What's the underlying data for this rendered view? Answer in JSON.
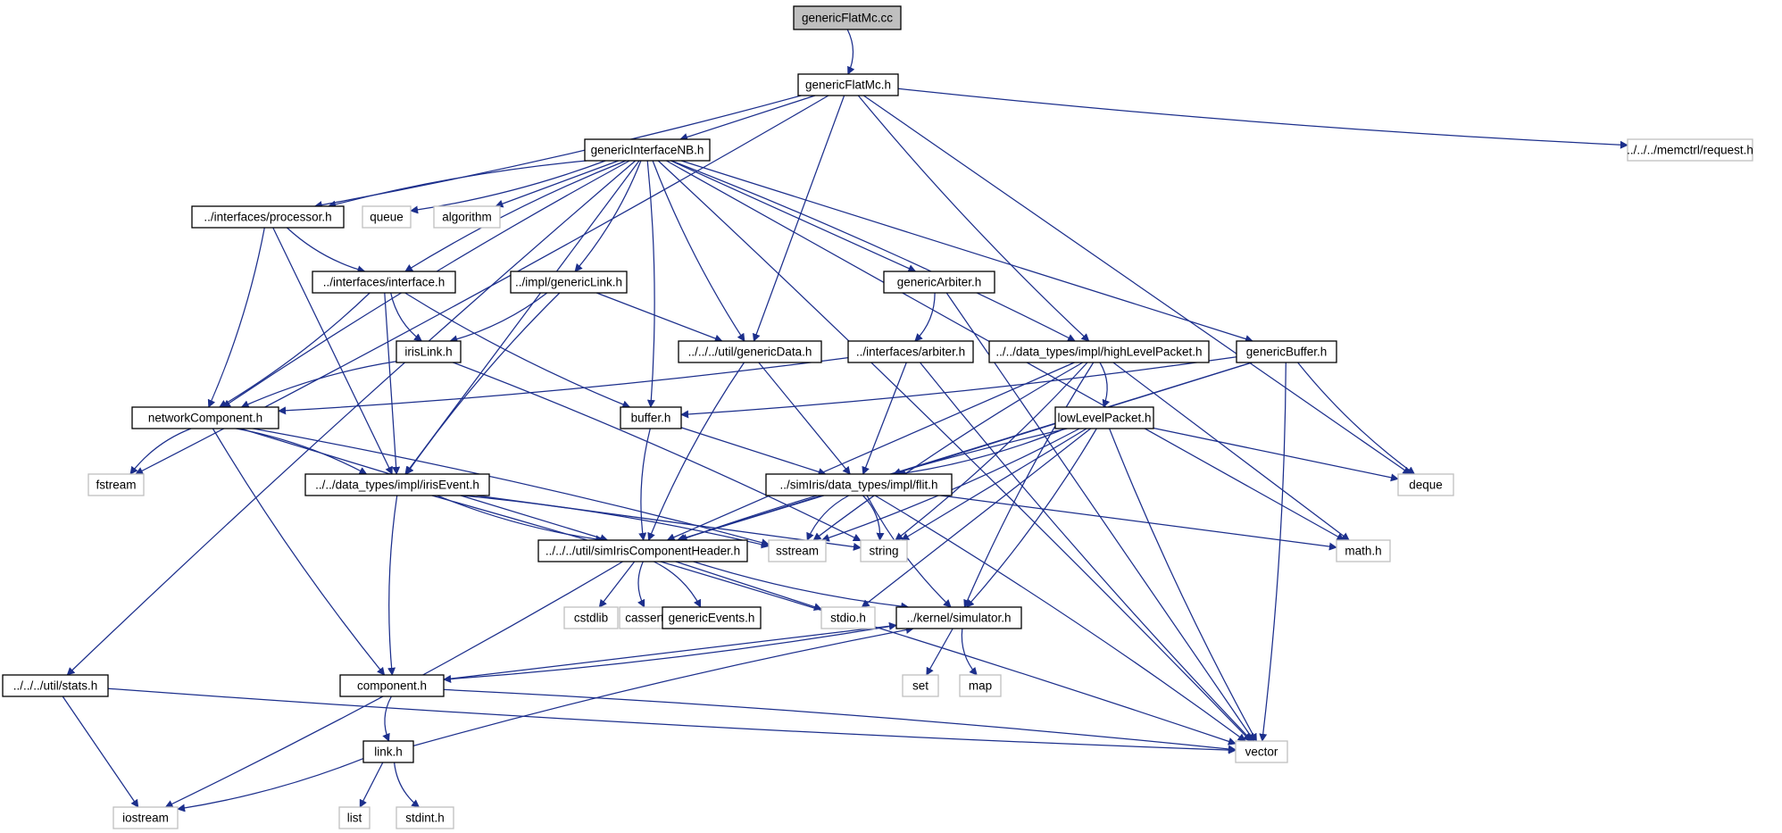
{
  "colors": {
    "edge": "#1c2f8c",
    "node_border": "#000000",
    "system_header_border": "#bfbfbf",
    "root_fill": "#bfbfbf",
    "node_fill": "#ffffff"
  },
  "nodes": [
    {
      "id": "root",
      "label": "genericFlatMc.cc",
      "kind": "root"
    },
    {
      "id": "gfm_h",
      "label": "genericFlatMc.h",
      "kind": "local"
    },
    {
      "id": "gInb",
      "label": "genericInterfaceNB.h",
      "kind": "local"
    },
    {
      "id": "request",
      "label": "../../../memctrl/request.h",
      "kind": "system"
    },
    {
      "id": "proc",
      "label": "../interfaces/processor.h",
      "kind": "local"
    },
    {
      "id": "queue",
      "label": "queue",
      "kind": "system"
    },
    {
      "id": "algorithm",
      "label": "algorithm",
      "kind": "system"
    },
    {
      "id": "iface",
      "label": "../interfaces/interface.h",
      "kind": "local"
    },
    {
      "id": "glink",
      "label": "../impl/genericLink.h",
      "kind": "local"
    },
    {
      "id": "garb",
      "label": "genericArbiter.h",
      "kind": "local"
    },
    {
      "id": "irislink",
      "label": "irisLink.h",
      "kind": "local"
    },
    {
      "id": "gdata",
      "label": "../../../util/genericData.h",
      "kind": "local"
    },
    {
      "id": "arbiter",
      "label": "../interfaces/arbiter.h",
      "kind": "local"
    },
    {
      "id": "hlp",
      "label": "../../data_types/impl/highLevelPacket.h",
      "kind": "local"
    },
    {
      "id": "gbuf",
      "label": "genericBuffer.h",
      "kind": "local"
    },
    {
      "id": "netcomp",
      "label": "networkComponent.h",
      "kind": "local"
    },
    {
      "id": "buffer",
      "label": "buffer.h",
      "kind": "local"
    },
    {
      "id": "llp",
      "label": "lowLevelPacket.h",
      "kind": "local"
    },
    {
      "id": "fstream",
      "label": "fstream",
      "kind": "system"
    },
    {
      "id": "irisevent",
      "label": "../../data_types/impl/irisEvent.h",
      "kind": "local"
    },
    {
      "id": "flit",
      "label": "../simIris/data_types/impl/flit.h",
      "kind": "local"
    },
    {
      "id": "deque",
      "label": "deque",
      "kind": "system"
    },
    {
      "id": "simhdr",
      "label": "../../../util/simIrisComponentHeader.h",
      "kind": "local"
    },
    {
      "id": "sstream",
      "label": "sstream",
      "kind": "system"
    },
    {
      "id": "string",
      "label": "string",
      "kind": "system"
    },
    {
      "id": "math",
      "label": "math.h",
      "kind": "system"
    },
    {
      "id": "cstdlib",
      "label": "cstdlib",
      "kind": "system"
    },
    {
      "id": "cassert",
      "label": "cassert",
      "kind": "system"
    },
    {
      "id": "gevents",
      "label": "genericEvents.h",
      "kind": "local"
    },
    {
      "id": "stdio",
      "label": "stdio.h",
      "kind": "system"
    },
    {
      "id": "simulator",
      "label": "../kernel/simulator.h",
      "kind": "local"
    },
    {
      "id": "stats",
      "label": "../../../util/stats.h",
      "kind": "local"
    },
    {
      "id": "component",
      "label": "component.h",
      "kind": "local"
    },
    {
      "id": "set",
      "label": "set",
      "kind": "system"
    },
    {
      "id": "map",
      "label": "map",
      "kind": "system"
    },
    {
      "id": "link",
      "label": "link.h",
      "kind": "local"
    },
    {
      "id": "vector",
      "label": "vector",
      "kind": "system"
    },
    {
      "id": "iostream",
      "label": "iostream",
      "kind": "system"
    },
    {
      "id": "list",
      "label": "list",
      "kind": "system"
    },
    {
      "id": "stdint",
      "label": "stdint.h",
      "kind": "system"
    }
  ],
  "edges": [
    [
      "root",
      "gfm_h"
    ],
    [
      "gfm_h",
      "gInb"
    ],
    [
      "gfm_h",
      "request"
    ],
    [
      "gfm_h",
      "proc"
    ],
    [
      "gfm_h",
      "gdata"
    ],
    [
      "gfm_h",
      "hlp"
    ],
    [
      "gfm_h",
      "fstream"
    ],
    [
      "gfm_h",
      "deque"
    ],
    [
      "gInb",
      "proc"
    ],
    [
      "gInb",
      "queue"
    ],
    [
      "gInb",
      "algorithm"
    ],
    [
      "gInb",
      "iface"
    ],
    [
      "gInb",
      "glink"
    ],
    [
      "gInb",
      "garb"
    ],
    [
      "gInb",
      "gdata"
    ],
    [
      "gInb",
      "hlp"
    ],
    [
      "gInb",
      "gbuf"
    ],
    [
      "gInb",
      "netcomp"
    ],
    [
      "gInb",
      "buffer"
    ],
    [
      "gInb",
      "irisevent"
    ],
    [
      "gInb",
      "stats"
    ],
    [
      "gInb",
      "vector"
    ],
    [
      "gInb",
      "math"
    ],
    [
      "proc",
      "iface"
    ],
    [
      "proc",
      "netcomp"
    ],
    [
      "proc",
      "irisevent"
    ],
    [
      "iface",
      "irislink"
    ],
    [
      "iface",
      "netcomp"
    ],
    [
      "iface",
      "irisevent"
    ],
    [
      "iface",
      "buffer"
    ],
    [
      "glink",
      "irislink"
    ],
    [
      "glink",
      "gdata"
    ],
    [
      "glink",
      "irisevent"
    ],
    [
      "garb",
      "arbiter"
    ],
    [
      "garb",
      "vector"
    ],
    [
      "irislink",
      "netcomp"
    ],
    [
      "irislink",
      "string"
    ],
    [
      "gdata",
      "flit"
    ],
    [
      "gdata",
      "simhdr"
    ],
    [
      "arbiter",
      "netcomp"
    ],
    [
      "arbiter",
      "flit"
    ],
    [
      "arbiter",
      "vector"
    ],
    [
      "hlp",
      "llp"
    ],
    [
      "hlp",
      "simhdr"
    ],
    [
      "hlp",
      "sstream"
    ],
    [
      "hlp",
      "string"
    ],
    [
      "hlp",
      "math"
    ],
    [
      "hlp",
      "simulator"
    ],
    [
      "gbuf",
      "buffer"
    ],
    [
      "gbuf",
      "flit"
    ],
    [
      "gbuf",
      "deque"
    ],
    [
      "gbuf",
      "vector"
    ],
    [
      "gbuf",
      "simhdr"
    ],
    [
      "netcomp",
      "fstream"
    ],
    [
      "netcomp",
      "irisevent"
    ],
    [
      "netcomp",
      "simhdr"
    ],
    [
      "netcomp",
      "component"
    ],
    [
      "netcomp",
      "sstream"
    ],
    [
      "buffer",
      "flit"
    ],
    [
      "buffer",
      "simhdr"
    ],
    [
      "llp",
      "flit"
    ],
    [
      "llp",
      "deque"
    ],
    [
      "llp",
      "simhdr"
    ],
    [
      "llp",
      "sstream"
    ],
    [
      "llp",
      "string"
    ],
    [
      "llp",
      "vector"
    ],
    [
      "llp",
      "simulator"
    ],
    [
      "llp",
      "stdio"
    ],
    [
      "irisevent",
      "simhdr"
    ],
    [
      "irisevent",
      "sstream"
    ],
    [
      "irisevent",
      "string"
    ],
    [
      "irisevent",
      "component"
    ],
    [
      "irisevent",
      "vector"
    ],
    [
      "flit",
      "simhdr"
    ],
    [
      "flit",
      "sstream"
    ],
    [
      "flit",
      "string"
    ],
    [
      "flit",
      "math"
    ],
    [
      "flit",
      "simulator"
    ],
    [
      "flit",
      "vector"
    ],
    [
      "simhdr",
      "cstdlib"
    ],
    [
      "simhdr",
      "cassert"
    ],
    [
      "simhdr",
      "gevents"
    ],
    [
      "simhdr",
      "stdio"
    ],
    [
      "simhdr",
      "simulator"
    ],
    [
      "simhdr",
      "iostream"
    ],
    [
      "simulator",
      "set"
    ],
    [
      "simulator",
      "map"
    ],
    [
      "simulator",
      "component"
    ],
    [
      "component",
      "simulator"
    ],
    [
      "component",
      "link"
    ],
    [
      "component",
      "vector"
    ],
    [
      "stats",
      "iostream"
    ],
    [
      "stats",
      "vector"
    ],
    [
      "link",
      "iostream"
    ],
    [
      "link",
      "list"
    ],
    [
      "link",
      "stdint"
    ],
    [
      "link",
      "simulator"
    ]
  ]
}
